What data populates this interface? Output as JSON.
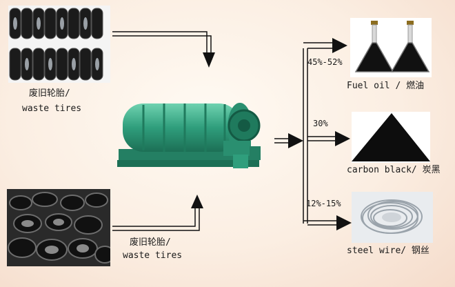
{
  "inputs": {
    "top_label_cn": "废旧轮胎/",
    "top_label_en": "waste tires",
    "bottom_label_cn": "废旧轮胎/",
    "bottom_label_en": "waste tires"
  },
  "outputs": [
    {
      "percent": "45%-52%",
      "label": "Fuel oil / 燃油"
    },
    {
      "percent": "30%",
      "label": "carbon black/ 炭黑"
    },
    {
      "percent": "12%-15%",
      "label": "steel wire/ 钢丝"
    }
  ],
  "colors": {
    "arrow": "#111111",
    "machine": "#2f9e7c",
    "machine_dark": "#1f7a5d"
  },
  "icons": [
    "tires-photo",
    "tire-pile-photo",
    "pyrolysis-reactor",
    "oil-flask-icon",
    "carbon-black-pile-icon",
    "steel-wire-coil-icon"
  ]
}
